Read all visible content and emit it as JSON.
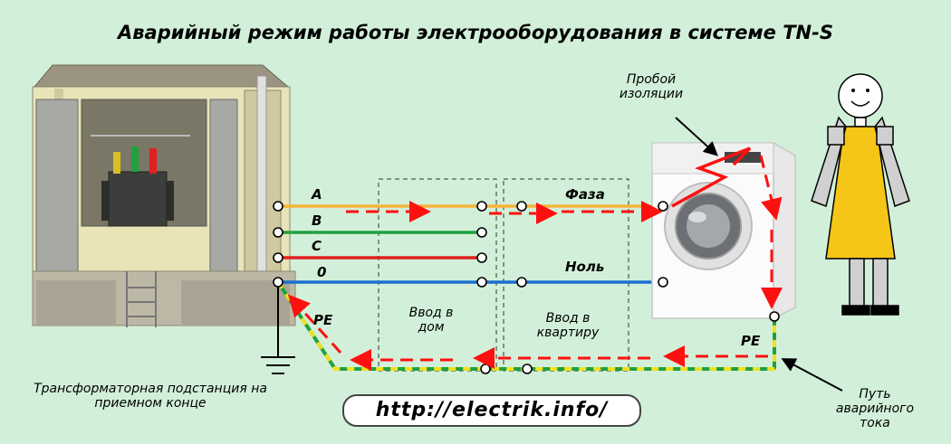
{
  "title": "Аварийный режим работы электрооборудования в системе TN-S",
  "substation_label": "Трансформаторная подстанция на приемном конце",
  "wire_labels": {
    "a": "A",
    "b": "B",
    "c": "C",
    "zero": "0",
    "pe_left": "PE",
    "pe_right": "PE"
  },
  "section_labels": {
    "house": "Ввод в дом",
    "apartment": "Ввод в квартиру"
  },
  "line_labels": {
    "phase": "Фаза",
    "neutral": "Ноль"
  },
  "annotations": {
    "insulation": "Пробой изоляции",
    "path": "Путь аварийного тока"
  },
  "url": "http://electrik.info/",
  "colors": {
    "background": "#d2f0d9",
    "phase_a": "#f6b43c",
    "phase_b": "#20a040",
    "phase_c": "#e02020",
    "neutral": "#1a6fd0",
    "pe_green": "#20a040",
    "pe_yellow": "#f0e020",
    "fault_current": "#ff1010",
    "person_dress": "#f5c518"
  }
}
